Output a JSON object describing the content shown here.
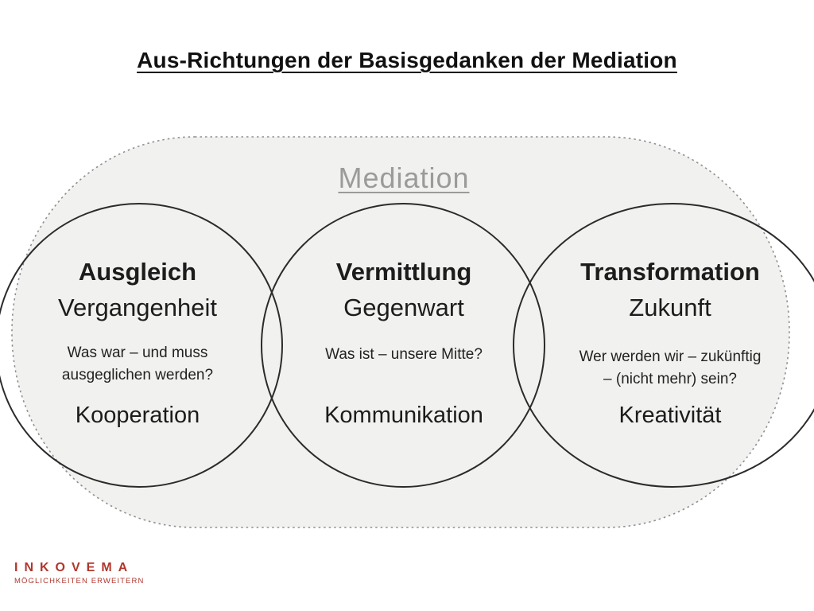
{
  "title": "Aus-Richtungen der Basisgedanken der Mediation",
  "mediation_label": "Mediation",
  "circles": [
    {
      "heading": "Ausgleich",
      "time_focus": "Vergangenheit",
      "question_lines": [
        "Was war – und muss",
        "ausgeglichen werden?"
      ],
      "keyword": "Kooperation"
    },
    {
      "heading": "Vermittlung",
      "time_focus": "Gegenwart",
      "question_lines": [
        "Was ist – unsere Mitte?"
      ],
      "keyword": "Kommunikation"
    },
    {
      "heading": "Transformation",
      "time_focus": "Zukunft",
      "question_lines": [
        "Wer werden wir – zukünftig",
        "– (nicht mehr) sein?"
      ],
      "keyword": "Kreativität"
    }
  ],
  "logo": {
    "name": "INKOVEMA",
    "tagline": "MÖGLICHKEITEN ERWEITERN"
  },
  "colors": {
    "brand_red": "#b1362c",
    "stadium_fill": "#f1f1ef",
    "stadium_border": "#8f8f8f",
    "circle_stroke": "#2b2b2b",
    "mediation_label_gray": "#9b9b9b",
    "text_black": "#1c1c1c"
  }
}
